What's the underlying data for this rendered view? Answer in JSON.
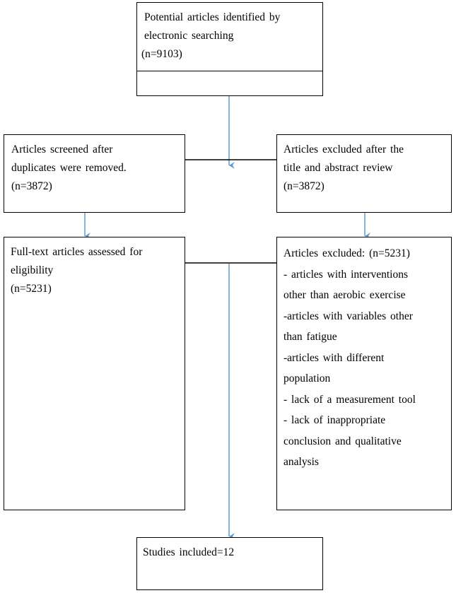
{
  "flowchart": {
    "identified": {
      "lines": [
        "Potential articles identified by",
        "electronic searching",
        "(n=9103)"
      ]
    },
    "screened": {
      "lines": [
        "Articles screened after",
        "duplicates were removed.",
        "(n=3872)"
      ]
    },
    "excluded_title": {
      "lines": [
        "Articles excluded after the",
        "title and abstract review",
        "(n=3872)"
      ]
    },
    "fulltext": {
      "lines": [
        "Full-text articles assessed for",
        "eligibility",
        "(n=5231)"
      ]
    },
    "excluded_fulltext": {
      "lines": [
        "Articles excluded: (n=5231)",
        "- articles with interventions",
        "other than aerobic exercise",
        "-articles with variables other",
        "than fatigue",
        "-articles with different",
        "population",
        "- lack of a measurement tool",
        "- lack of inappropriate",
        "conclusion and qualitative",
        "analysis"
      ]
    },
    "included": {
      "lines": [
        "Studies included=12"
      ]
    }
  },
  "colors": {
    "arrow": "#5b9bd5",
    "border": "#000000"
  }
}
